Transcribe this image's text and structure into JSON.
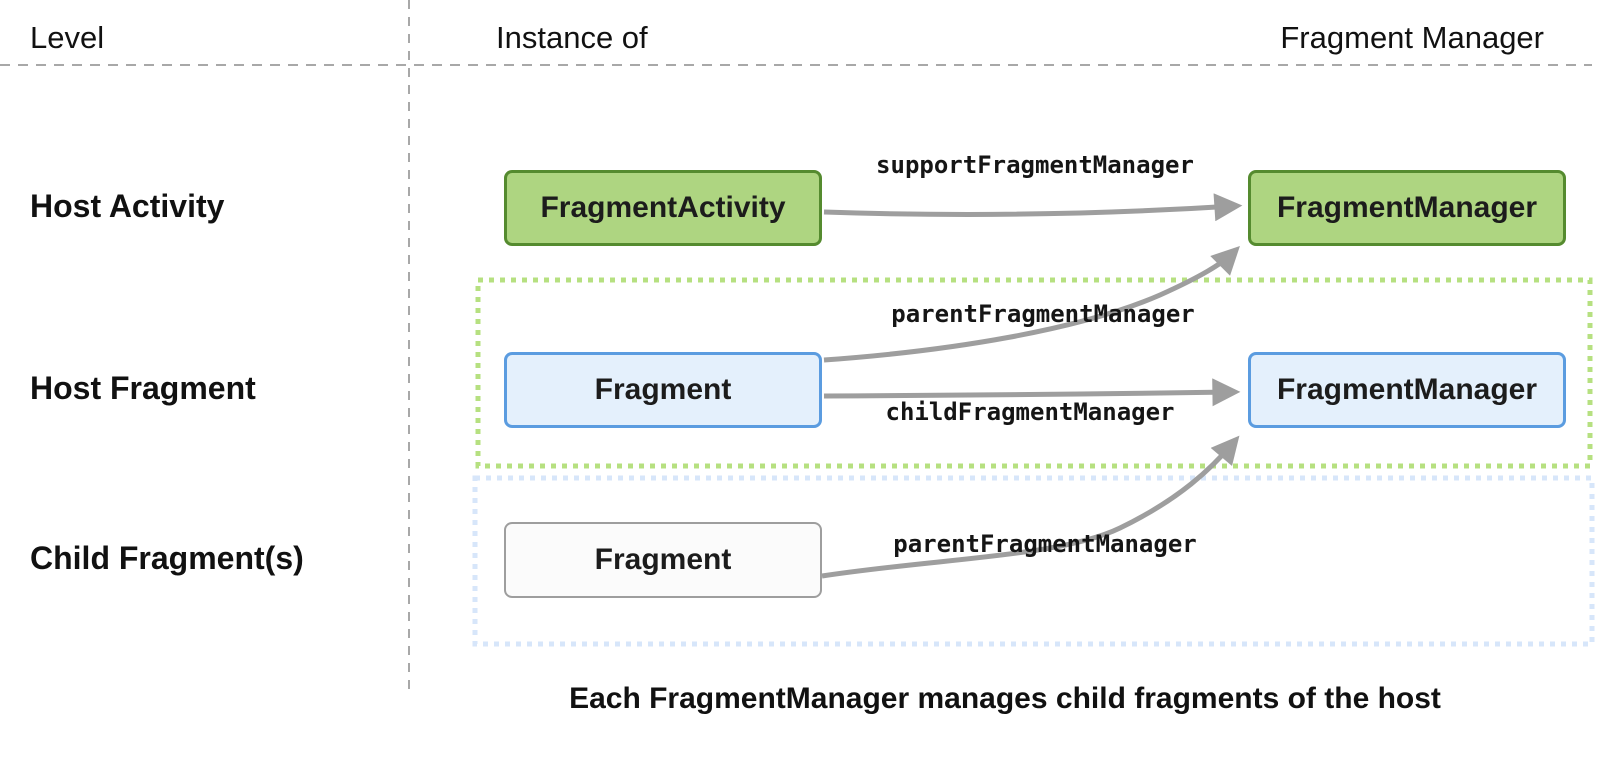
{
  "header": {
    "level": "Level",
    "instance_of": "Instance of",
    "fragment_manager": "Fragment Manager"
  },
  "rows": [
    {
      "level_label": "Host Activity",
      "instance_box": "FragmentActivity",
      "manager_box": "FragmentManager",
      "arrows": [
        {
          "label": "supportFragmentManager",
          "from": "FragmentActivity",
          "to": "FragmentManager (activity)"
        }
      ]
    },
    {
      "level_label": "Host Fragment",
      "instance_box": "Fragment",
      "manager_box": "FragmentManager",
      "arrows": [
        {
          "label": "parentFragmentManager",
          "from": "Fragment (host)",
          "to": "FragmentManager (activity)"
        },
        {
          "label": "childFragmentManager",
          "from": "Fragment (host)",
          "to": "FragmentManager (host fragment)"
        }
      ]
    },
    {
      "level_label": "Child Fragment(s)",
      "instance_box": "Fragment",
      "arrows": [
        {
          "label": "parentFragmentManager",
          "from": "Fragment (child)",
          "to": "FragmentManager (host fragment)"
        }
      ]
    }
  ],
  "caption": "Each FragmentManager manages child fragments of the host",
  "colors": {
    "green_fill": "#aed581",
    "green_border": "#558b2f",
    "green_dotted": "#b6e080",
    "blue_fill": "#e4f0fc",
    "blue_border": "#5b9ce0",
    "blue_dotted": "#d7e6fa",
    "neutral_fill": "#fbfbfb",
    "neutral_border": "#9e9e9e",
    "arrow": "#9e9e9e",
    "dashed_line": "#a8a8a8",
    "text": "#111111"
  }
}
